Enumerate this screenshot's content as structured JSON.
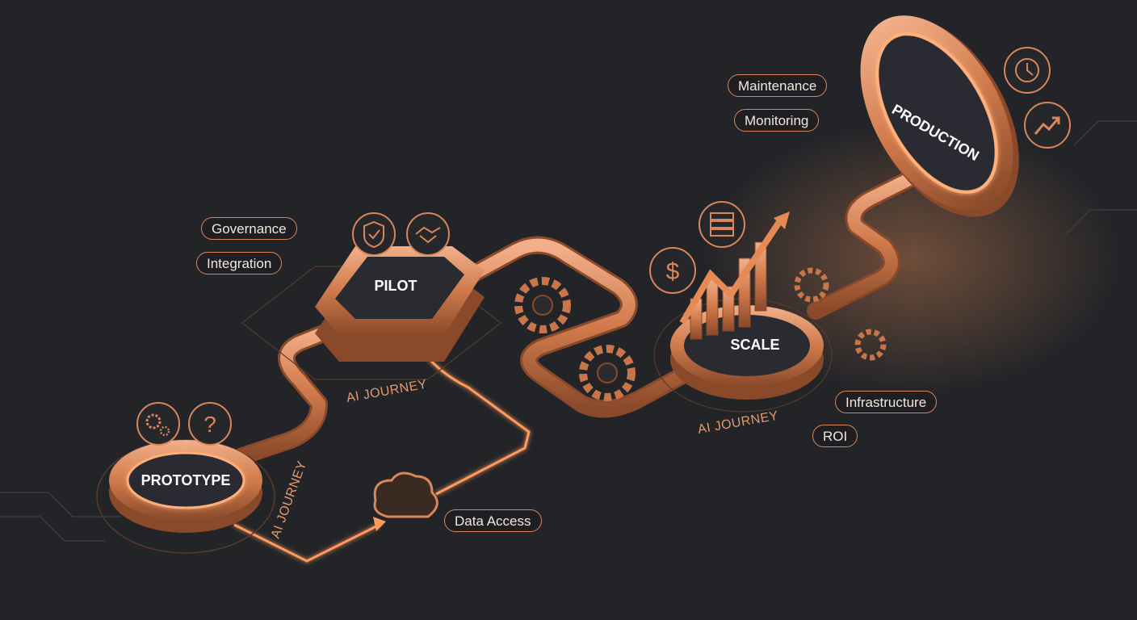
{
  "stages": {
    "prototype": "PROTOTYPE",
    "pilot": "PILOT",
    "scale": "SCALE",
    "production": "PRODUCTION"
  },
  "journey_labels": [
    "AI JOURNEY",
    "AI JOURNEY",
    "AI JOURNEY"
  ],
  "tags": {
    "maintenance": "Maintenance",
    "monitoring": "Monitoring",
    "governance": "Governance",
    "integration": "Integration",
    "infrastructure": "Infrastructure",
    "roi": "ROI",
    "data_access": "Data Access"
  },
  "icons": {
    "help": "?",
    "dollar": "$"
  },
  "colors": {
    "background": "#222428",
    "copper": "#d9865a",
    "glow": "#ff9a5c"
  }
}
